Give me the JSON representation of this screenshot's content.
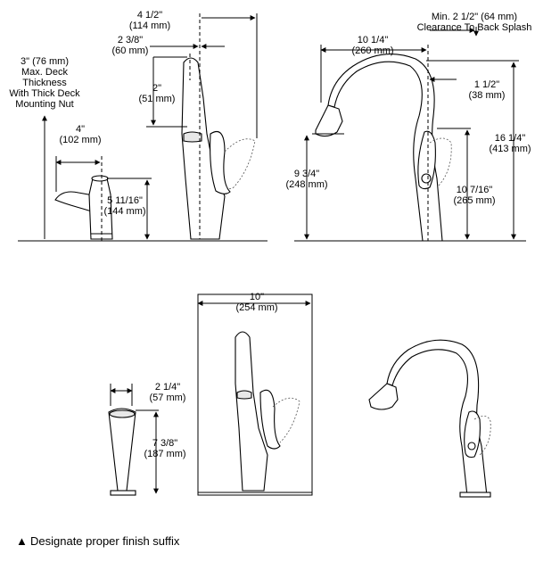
{
  "dimensions": {
    "d_4_5": [
      "4 1/2\"",
      "(114 mm)"
    ],
    "d_2_375": [
      "2 3/8\"",
      "(60 mm)"
    ],
    "d_2": [
      "2\"",
      "(51 mm)"
    ],
    "deck": [
      "3\" (76 mm)",
      "Max. Deck",
      "Thickness",
      "With Thick Deck",
      "Mounting Nut"
    ],
    "d_4": [
      "4\"",
      "(102 mm)"
    ],
    "d_5_11_16": [
      "5 11/16\"",
      "(144 mm)"
    ],
    "d_10_25": [
      "10 1/4\"",
      "(260 mm)"
    ],
    "min_clear": [
      "Min. 2 1/2\" (64 mm)",
      "Clearance To Back Splash"
    ],
    "d_1_5": [
      "1 1/2\"",
      "(38 mm)"
    ],
    "d_9_75": [
      "9 3/4\"",
      "(248 mm)"
    ],
    "d_10_7_16": [
      "10 7/16\"",
      "(265 mm)"
    ],
    "d_16_25": [
      "16 1/4\"",
      "(413 mm)"
    ],
    "d_10": [
      "10\"",
      "(254 mm)"
    ],
    "d_2_25": [
      "2 1/4\"",
      "(57 mm)"
    ],
    "d_7_375": [
      "7 3/8\"",
      "(187 mm)"
    ]
  },
  "footnote": {
    "symbol": "▲",
    "text": "Designate proper finish suffix"
  }
}
